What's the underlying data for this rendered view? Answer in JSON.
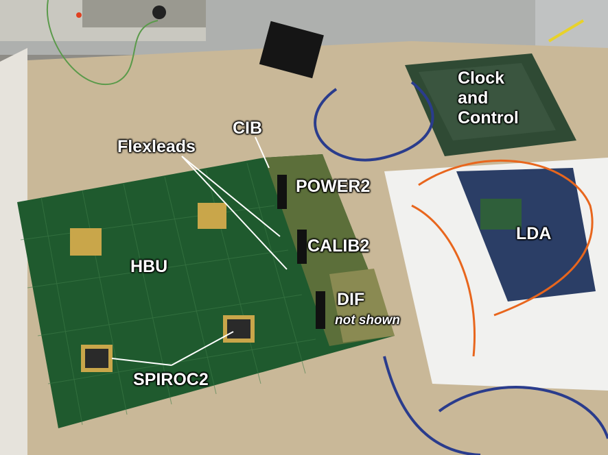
{
  "labels": {
    "clock": "Clock\nand\nControl",
    "cib": "CIB",
    "flexleads": "Flexleads",
    "power2": "POWER2",
    "lda": "LDA",
    "calib2": "CALIB2",
    "hbu": "HBU",
    "dif": "DIF",
    "dif_note": "not shown",
    "spiroc2": "SPIROC2"
  },
  "colors": {
    "board_green": "#1f5a2e",
    "label_text": "#ffffff",
    "cable_orange": "#e8661d",
    "cable_blue": "#2a3c8c"
  }
}
